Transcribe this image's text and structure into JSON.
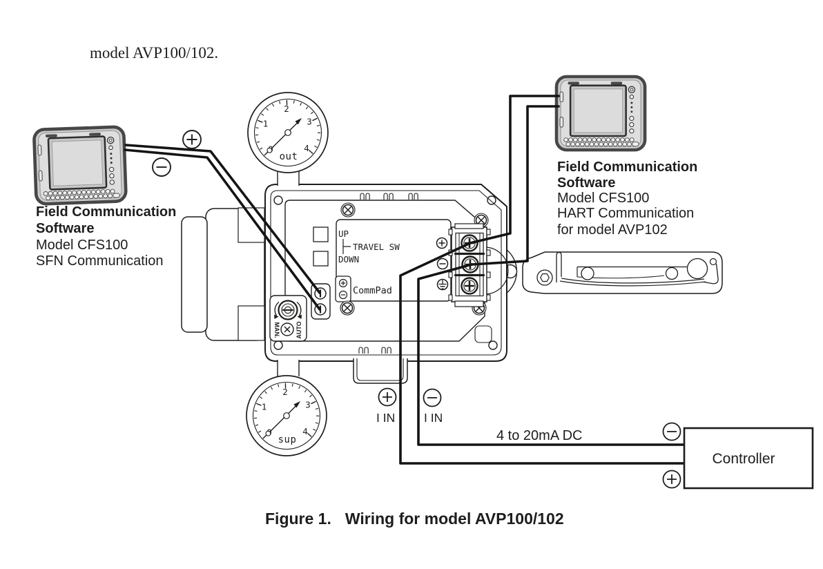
{
  "colors": {
    "ink": "#1d1d1b",
    "wire": "#141414",
    "device_body": "#cdcdcd",
    "device_rim": "#474747",
    "screen": "#dcdcdc"
  },
  "header": {
    "intro": "model AVP100/102."
  },
  "caption": {
    "figure": "Figure 1.",
    "title": "Wiring for model AVP100/102"
  },
  "left_device": {
    "label_line1": "Field Communication",
    "label_line2": "Software",
    "model": "Model CFS100",
    "protocol": "SFN Communication"
  },
  "right_device": {
    "label_line1": "Field Communication",
    "label_line2": "Software",
    "model": "Model CFS100",
    "protocol": "HART Communication",
    "applies_to": "for model AVP102"
  },
  "positioner": {
    "travel_switch": {
      "up": "UP",
      "label": "TRAVEL SW",
      "down": "DOWN"
    },
    "commpad_label": "CommPad",
    "mode_switch": {
      "manual": "MAN.",
      "auto": "AUTO"
    },
    "out_gauge": {
      "label": "out",
      "scale": [
        "0",
        "1",
        "2",
        "3",
        "4"
      ]
    },
    "sup_gauge": {
      "label": "sup",
      "scale": [
        "0",
        "1",
        "2",
        "3",
        "4"
      ]
    }
  },
  "wiring": {
    "input_plus_label": "I IN",
    "input_minus_label": "I IN",
    "signal_label": "4 to 20mA DC",
    "controller_label": "Controller"
  }
}
